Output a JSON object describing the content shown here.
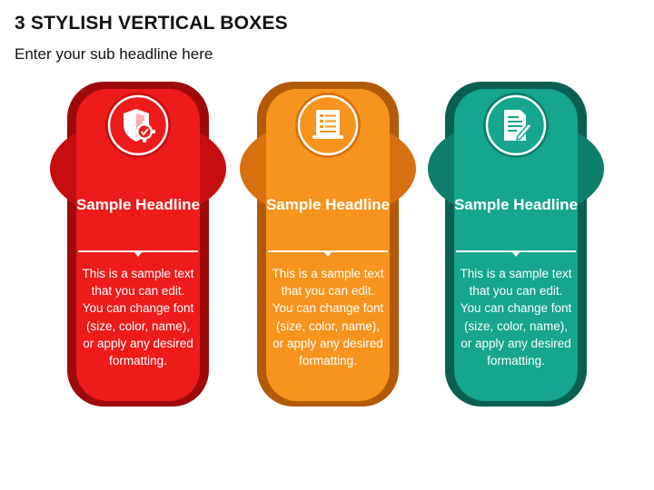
{
  "header": {
    "title": "3 STYLISH VERTICAL BOXES",
    "subtitle": "Enter your sub headline here"
  },
  "cards": [
    {
      "headline": "Sample Headline",
      "body": "This is a sample text that you can edit. You can change font (size, color, name), or apply any desired formatting.",
      "icon": "shield-gear-icon",
      "colors": {
        "main": "#EE1B1B",
        "dark": "#9E0A0A",
        "band": "#C70E0E"
      }
    },
    {
      "headline": "Sample Headline",
      "body": "This is a sample text that you can edit. You can change font (size, color, name), or apply any desired formatting.",
      "icon": "checklist-icon",
      "colors": {
        "main": "#F7941D",
        "dark": "#B35A0A",
        "band": "#D9700F"
      }
    },
    {
      "headline": "Sample Headline",
      "body": "This is a sample text that you can edit. You can change font (size, color, name), or apply any desired formatting.",
      "icon": "document-edit-icon",
      "colors": {
        "main": "#16A58E",
        "dark": "#0A5F52",
        "band": "#0E7E6C"
      }
    }
  ]
}
